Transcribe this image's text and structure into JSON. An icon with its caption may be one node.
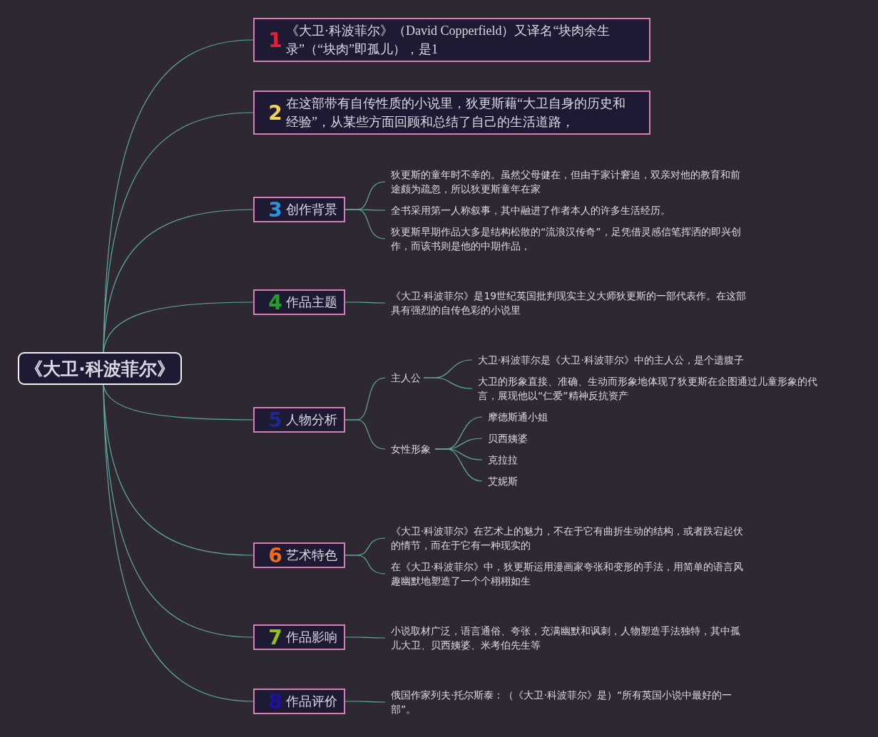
{
  "diagram": {
    "nodes": [
      {
        "text": [
          "《大卫·科波菲尔》"
        ]
      },
      {
        "text": [
          "1",
          "《大卫·科波菲尔》（David Copperfield）又译名“块肉余生录”（“块肉”即孤儿），是1"
        ]
      },
      {
        "text": [
          "2",
          "在这部带有自传性质的小说里，狄更斯藉“大卫自身的历史和经验”，从某些方面回顾和总结了自己的生活道路，"
        ]
      },
      {
        "text": [
          "3",
          "创作背景"
        ]
      },
      {
        "text": [
          "狄更斯的童年时不幸的。虽然父母健在，但由于家计窘迫，双亲对他的教育和前途颇为疏忽，所以狄更斯童年在家"
        ]
      },
      {
        "text": [
          "全书采用第一人称叙事，其中融进了作者本人的许多生活经历。"
        ]
      },
      {
        "text": [
          "狄更斯早期作品大多是结构松散的“流浪汉传奇”，足凭借灵感信笔挥洒的即兴创作，而该书则是他的中期作品，"
        ]
      },
      {
        "text": [
          "4",
          "作品主题"
        ]
      },
      {
        "text": [
          "《大卫·科波菲尔》是19世纪英国批判现实主义大师狄更斯的一部代表作。在这部具有强烈的自传色彩的小说里"
        ]
      },
      {
        "text": [
          "5",
          "人物分析"
        ]
      },
      {
        "text": [
          "主人公"
        ]
      },
      {
        "text": [
          "大卫·科波菲尔是《大卫·科波菲尔》中的主人公，是个遗腹子"
        ]
      },
      {
        "text": [
          "大卫的形象直接、准确、生动而形象地体现了狄更斯在企图通过儿童形象的代言，展现他以“仁爱”精神反抗资产"
        ]
      },
      {
        "text": [
          "女性形象"
        ]
      },
      {
        "text": [
          "摩德斯通小姐"
        ]
      },
      {
        "text": [
          "贝西姨婆"
        ]
      },
      {
        "text": [
          "克拉拉"
        ]
      },
      {
        "text": [
          "艾妮斯"
        ]
      },
      {
        "text": [
          "6",
          "艺术特色"
        ]
      },
      {
        "text": [
          "《大卫·科波菲尔》在艺术上的魅力，不在于它有曲折生动的结构，或者跌宕起伏的情节，而在于它有一种现实的"
        ]
      },
      {
        "text": [
          "在《大卫·科波菲尔》中，狄更斯运用漫画家夸张和变形的手法，用简单的语言风趣幽默地塑造了一个个栩栩如生"
        ]
      },
      {
        "text": [
          "7",
          "作品影响"
        ]
      },
      {
        "text": [
          "小说取材广泛，语言通俗、夸张，充满幽默和讽刺，人物塑造手法独特，其中孤儿大卫、贝西姨婆、米考伯先生等"
        ]
      },
      {
        "text": [
          "8",
          "作品评价"
        ]
      },
      {
        "text": [
          "俄国作家列夫·托尔斯泰：（《大卫·科波菲尔》是）“所有英国小说中最好的一部”。"
        ]
      }
    ],
    "edges": [
      {
        "from": 0,
        "to": 1,
        "arrow": "none"
      },
      {
        "from": 0,
        "to": 2,
        "arrow": "none"
      },
      {
        "from": 0,
        "to": 3,
        "arrow": "none"
      },
      {
        "from": 3,
        "to": 4,
        "arrow": "none"
      },
      {
        "from": 3,
        "to": 5,
        "arrow": "none"
      },
      {
        "from": 3,
        "to": 6,
        "arrow": "none"
      },
      {
        "from": 0,
        "to": 7,
        "arrow": "none"
      },
      {
        "from": 7,
        "to": 8,
        "arrow": "none"
      },
      {
        "from": 0,
        "to": 9,
        "arrow": "none"
      },
      {
        "from": 9,
        "to": 10,
        "arrow": "none"
      },
      {
        "from": 10,
        "to": 11,
        "arrow": "none"
      },
      {
        "from": 10,
        "to": 12,
        "arrow": "none"
      },
      {
        "from": 9,
        "to": 13,
        "arrow": "none"
      },
      {
        "from": 13,
        "to": 14,
        "arrow": "none"
      },
      {
        "from": 13,
        "to": 15,
        "arrow": "none"
      },
      {
        "from": 13,
        "to": 16,
        "arrow": "none"
      },
      {
        "from": 13,
        "to": 17,
        "arrow": "none"
      },
      {
        "from": 0,
        "to": 18,
        "arrow": "none"
      },
      {
        "from": 18,
        "to": 19,
        "arrow": "none"
      },
      {
        "from": 18,
        "to": 20,
        "arrow": "none"
      },
      {
        "from": 0,
        "to": 21,
        "arrow": "none"
      },
      {
        "from": 21,
        "to": 22,
        "arrow": "none"
      },
      {
        "from": 0,
        "to": 23,
        "arrow": "none"
      },
      {
        "from": 23,
        "to": 24,
        "arrow": "none"
      }
    ]
  }
}
